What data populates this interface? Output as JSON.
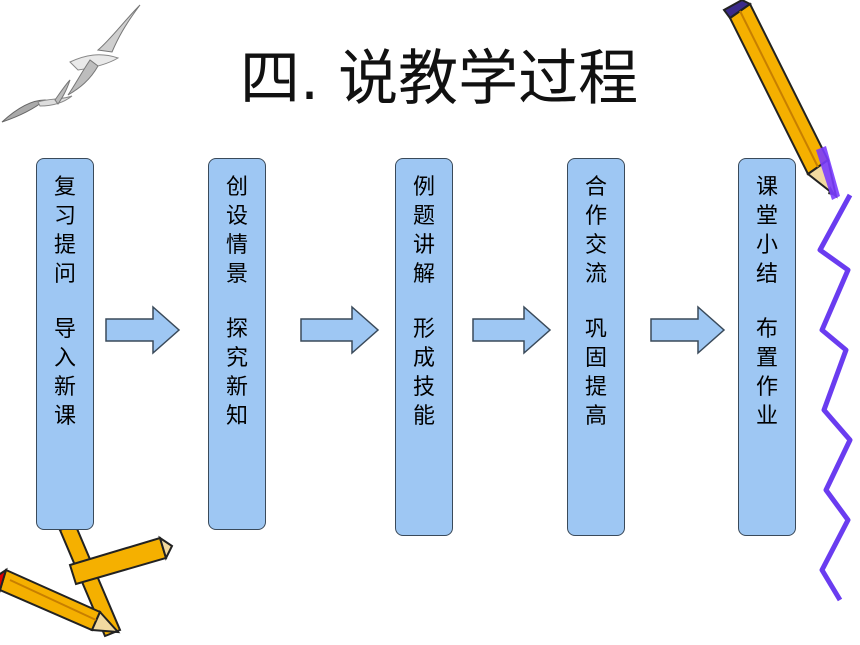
{
  "title": "四. 说教学过程",
  "steps": [
    {
      "line1": "复习提问",
      "line2": "导入新课"
    },
    {
      "line1": "创设情景",
      "line2": "探究新知"
    },
    {
      "line1": "例题讲解",
      "line2": "形成技能"
    },
    {
      "line1": "合作交流",
      "line2": "巩固提高"
    },
    {
      "line1": "课堂小结",
      "line2": "布置作业"
    }
  ],
  "colors": {
    "box_fill": "#9ec7f3",
    "box_stroke": "#3a4a5a",
    "squiggle": "#6a3cf0",
    "pencil": "#f5b000"
  },
  "icons": [
    "seagull-icon",
    "pencil-icon",
    "crossed-pencils-icon",
    "squiggle-line-icon",
    "arrow-right-icon"
  ]
}
